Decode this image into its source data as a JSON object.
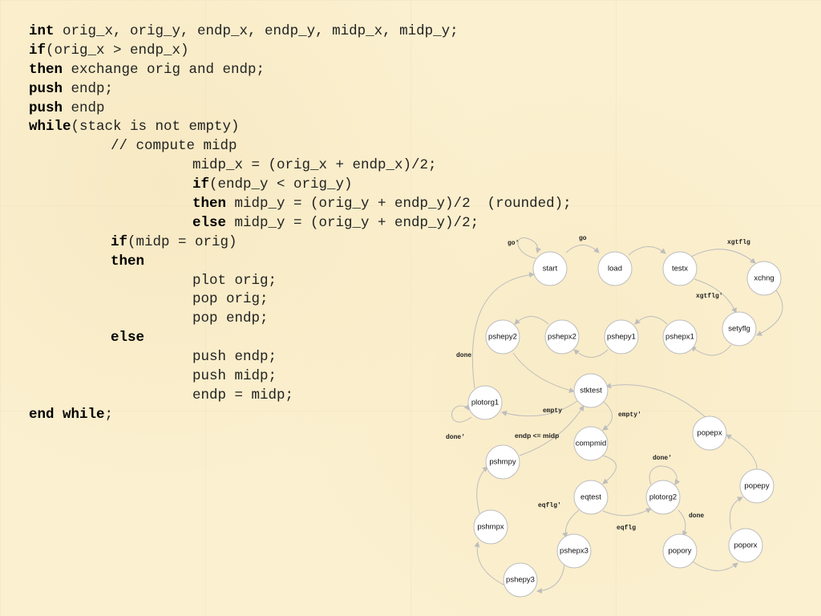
{
  "code_lines": [
    {
      "indent": 0,
      "parts": [
        {
          "t": "int",
          "k": true
        },
        {
          "t": " orig_x, orig_y, endp_x, endp_y, midp_x, midp_y;",
          "k": false
        }
      ]
    },
    {
      "indent": 0,
      "parts": [
        {
          "t": "if",
          "k": true
        },
        {
          "t": "(orig_x > endp_x)",
          "k": false
        }
      ]
    },
    {
      "indent": 0,
      "parts": [
        {
          "t": "then",
          "k": true
        },
        {
          "t": " exchange orig and endp;",
          "k": false
        }
      ]
    },
    {
      "indent": 0,
      "parts": [
        {
          "t": "push",
          "k": true
        },
        {
          "t": " endp;",
          "k": false
        }
      ]
    },
    {
      "indent": 0,
      "parts": [
        {
          "t": "push",
          "k": true
        },
        {
          "t": " endp",
          "k": false
        }
      ]
    },
    {
      "indent": 0,
      "parts": [
        {
          "t": "while",
          "k": true
        },
        {
          "t": "(stack is not empty)",
          "k": false
        }
      ]
    },
    {
      "indent": 1,
      "parts": [
        {
          "t": "// compute midp",
          "k": false
        }
      ]
    },
    {
      "indent": 2,
      "parts": [
        {
          "t": "midp_x = (orig_x + endp_x)/2;",
          "k": false
        }
      ]
    },
    {
      "indent": 2,
      "parts": [
        {
          "t": "if",
          "k": true
        },
        {
          "t": "(endp_y < orig_y)",
          "k": false
        }
      ]
    },
    {
      "indent": 2,
      "parts": [
        {
          "t": "then",
          "k": true
        },
        {
          "t": " midp_y = (orig_y + endp_y)/2  (rounded);",
          "k": false
        }
      ]
    },
    {
      "indent": 2,
      "parts": [
        {
          "t": "else",
          "k": true
        },
        {
          "t": " midp_y = (orig_y + endp_y)/2;",
          "k": false
        }
      ]
    },
    {
      "indent": 1,
      "parts": [
        {
          "t": "if",
          "k": true
        },
        {
          "t": "(midp = orig)",
          "k": false
        }
      ]
    },
    {
      "indent": 1,
      "parts": [
        {
          "t": "then",
          "k": true
        }
      ]
    },
    {
      "indent": 2,
      "parts": [
        {
          "t": "plot orig;",
          "k": false
        }
      ]
    },
    {
      "indent": 2,
      "parts": [
        {
          "t": "pop orig;",
          "k": false
        }
      ]
    },
    {
      "indent": 2,
      "parts": [
        {
          "t": "pop endp;",
          "k": false
        }
      ]
    },
    {
      "indent": 1,
      "parts": [
        {
          "t": "else",
          "k": true
        }
      ]
    },
    {
      "indent": 2,
      "parts": [
        {
          "t": "push endp;",
          "k": false
        }
      ]
    },
    {
      "indent": 2,
      "parts": [
        {
          "t": "push midp;",
          "k": false
        }
      ]
    },
    {
      "indent": 2,
      "parts": [
        {
          "t": "endp = midp;",
          "k": false
        }
      ]
    },
    {
      "indent": 0,
      "parts": [
        {
          "t": "end while",
          "k": true
        },
        {
          "t": ";",
          "k": false
        }
      ]
    }
  ],
  "states": [
    {
      "id": "start",
      "label": "start"
    },
    {
      "id": "load",
      "label": "load"
    },
    {
      "id": "testx",
      "label": "testx"
    },
    {
      "id": "xchng",
      "label": "xchng"
    },
    {
      "id": "setyflg",
      "label": "setyflg"
    },
    {
      "id": "pshepx1",
      "label": "pshepx1"
    },
    {
      "id": "pshepy1",
      "label": "pshepy1"
    },
    {
      "id": "pshepx2",
      "label": "pshepx2"
    },
    {
      "id": "pshepy2",
      "label": "pshepy2"
    },
    {
      "id": "stktest",
      "label": "stktest"
    },
    {
      "id": "plotorg1",
      "label": "plotorg1"
    },
    {
      "id": "compmid",
      "label": "compmid"
    },
    {
      "id": "pshmpy",
      "label": "pshmpy"
    },
    {
      "id": "eqtest",
      "label": "eqtest"
    },
    {
      "id": "plotorg2",
      "label": "plotorg2"
    },
    {
      "id": "popepx",
      "label": "popepx"
    },
    {
      "id": "popepy",
      "label": "popepy"
    },
    {
      "id": "poporx",
      "label": "poporx"
    },
    {
      "id": "popory",
      "label": "popory"
    },
    {
      "id": "pshepx3",
      "label": "pshepx3"
    },
    {
      "id": "pshmpx",
      "label": "pshmpx"
    },
    {
      "id": "pshepy3",
      "label": "pshepy3"
    }
  ],
  "edge_labels": [
    {
      "id": "go",
      "text": "go"
    },
    {
      "id": "go_not",
      "text": "go'"
    },
    {
      "id": "xgtflg",
      "text": "xgtflg"
    },
    {
      "id": "xgtflg_not",
      "text": "xgtflg'"
    },
    {
      "id": "done_top",
      "text": "done"
    },
    {
      "id": "empty",
      "text": "empty"
    },
    {
      "id": "empty_not",
      "text": "empty'"
    },
    {
      "id": "done_not1",
      "text": "done'"
    },
    {
      "id": "endp_le_midp",
      "text": "endp <= midp"
    },
    {
      "id": "done_not2",
      "text": "done'"
    },
    {
      "id": "eqflg_not",
      "text": "eqflg'"
    },
    {
      "id": "eqflg",
      "text": "eqflg"
    },
    {
      "id": "done_right",
      "text": "done"
    }
  ]
}
